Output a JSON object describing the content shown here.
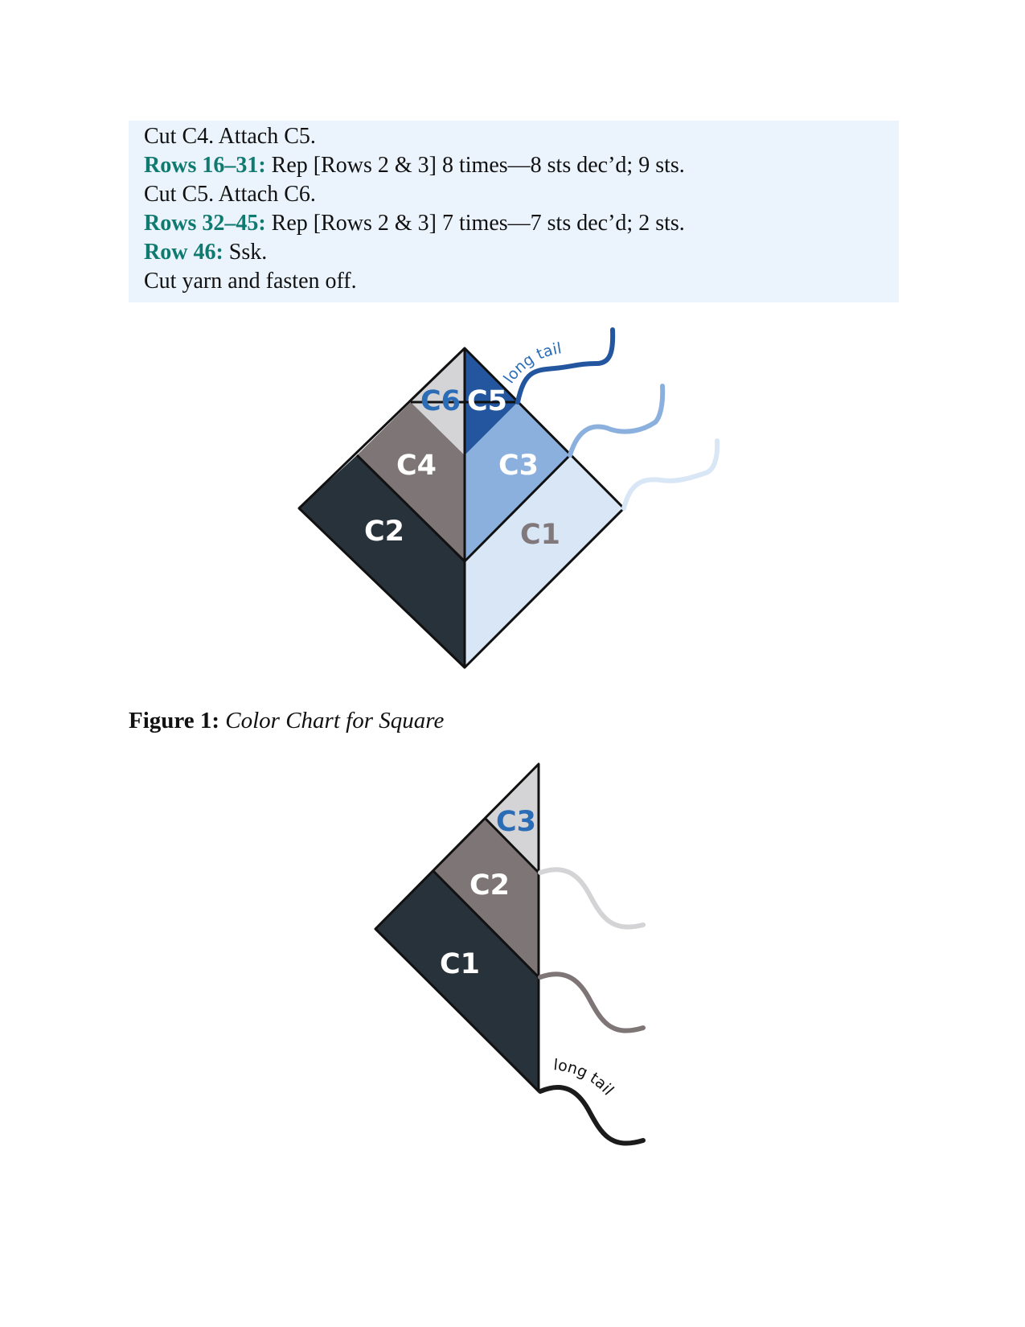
{
  "instructions": [
    {
      "label": "",
      "text": "Cut C4. Attach C5."
    },
    {
      "label": "Rows 16–31:",
      "text": " Rep [Rows 2 & 3] 8 times—8 sts dec’d; 9 sts."
    },
    {
      "label": "",
      "text": "Cut C5. Attach C6."
    },
    {
      "label": "Rows 32–45:",
      "text": " Rep [Rows 2 & 3] 7 times—7 sts dec’d; 2 sts."
    },
    {
      "label": "Row 46:",
      "text": " Ssk."
    },
    {
      "label": "",
      "text": "Cut yarn and fasten off."
    }
  ],
  "figure1": {
    "labels": {
      "c1": "C1",
      "c2": "C2",
      "c3": "C3",
      "c4": "C4",
      "c5": "C5",
      "c6": "C6"
    },
    "tail_label": "long tail",
    "caption_bold": "Figure 1:",
    "caption_italic": "Color Chart for Square"
  },
  "figure2": {
    "labels": {
      "c1": "C1",
      "c2": "C2",
      "c3": "C3"
    },
    "tail_label": "long tail"
  },
  "colors": {
    "row_label": "#0e7a70",
    "c1_light_blue": "#d8e6f6",
    "c2_dark": "#28323a",
    "c3_mid_blue": "#8cb0de",
    "c4_taupe": "#7e7576",
    "c5_blue": "#23569e",
    "c6_light_gray": "#d4d4d6",
    "label_blue": "#2a6cb6",
    "label_gray": "#80787a"
  }
}
